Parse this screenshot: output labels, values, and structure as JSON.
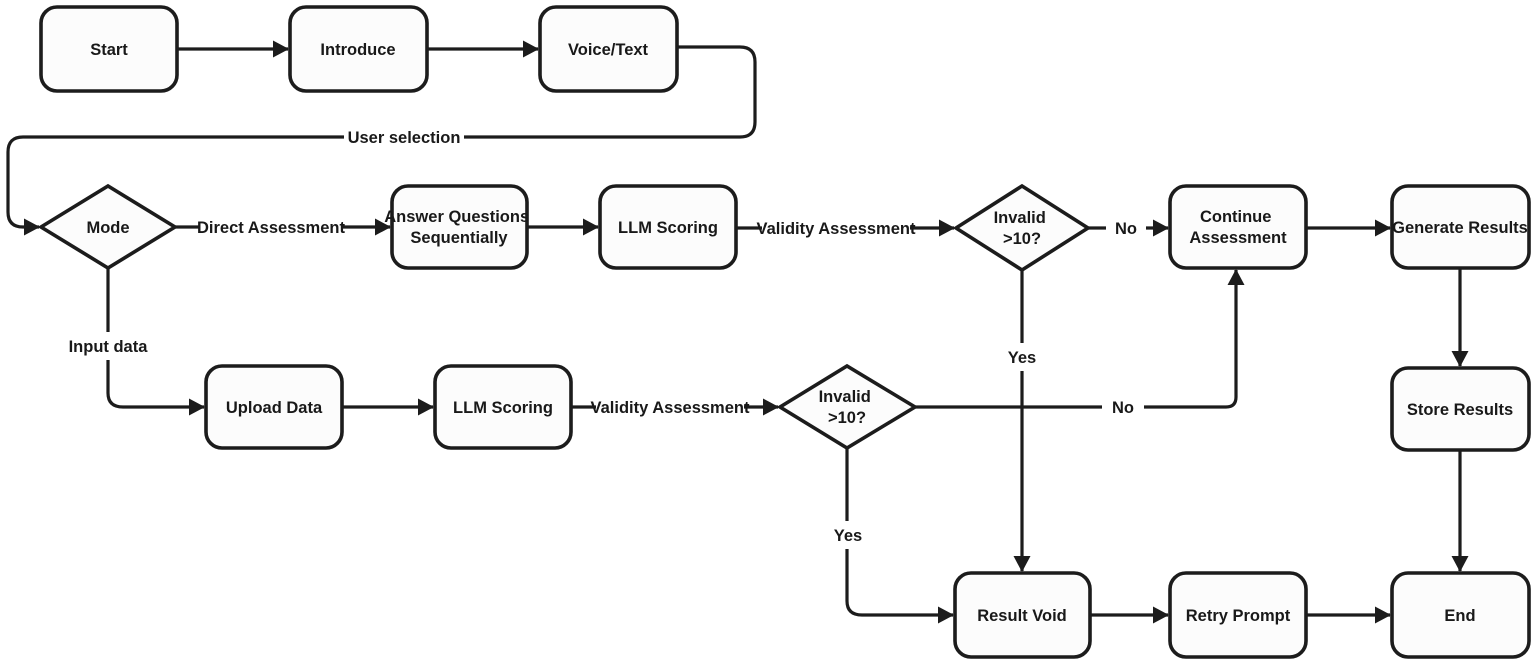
{
  "nodes": {
    "start": {
      "label": "Start"
    },
    "introduce": {
      "label": "Introduce"
    },
    "voice_text": {
      "label": "Voice/Text"
    },
    "mode": {
      "label": "Mode"
    },
    "answer_questions": {
      "line1": "Answer Questions",
      "line2": "Sequentially"
    },
    "llm_scoring_top": {
      "label": "LLM Scoring"
    },
    "invalid_top": {
      "line1": "Invalid",
      "line2": ">10?"
    },
    "continue_assessment": {
      "line1": "Continue",
      "line2": "Assessment"
    },
    "generate_results": {
      "label": "Generate Results"
    },
    "upload_data": {
      "label": "Upload Data"
    },
    "llm_scoring_bottom": {
      "label": "LLM Scoring"
    },
    "invalid_bottom": {
      "line1": "Invalid",
      "line2": ">10?"
    },
    "store_results": {
      "label": "Store Results"
    },
    "result_void": {
      "label": "Result Void"
    },
    "retry_prompt": {
      "label": "Retry Prompt"
    },
    "end": {
      "label": "End"
    }
  },
  "edge_labels": {
    "user_selection": "User selection",
    "direct_assessment": "Direct Assessment",
    "input_data": "Input data",
    "validity_assessment_top": "Validity Assessment",
    "validity_assessment_bottom": "Validity Assessment",
    "no_top": "No",
    "no_bottom": "No",
    "yes_top": "Yes",
    "yes_bottom": "Yes"
  },
  "colors": {
    "line": "#1c1c1c",
    "node_fill": "#fcfcfc",
    "background": "#ffffff",
    "text": "#191919"
  }
}
